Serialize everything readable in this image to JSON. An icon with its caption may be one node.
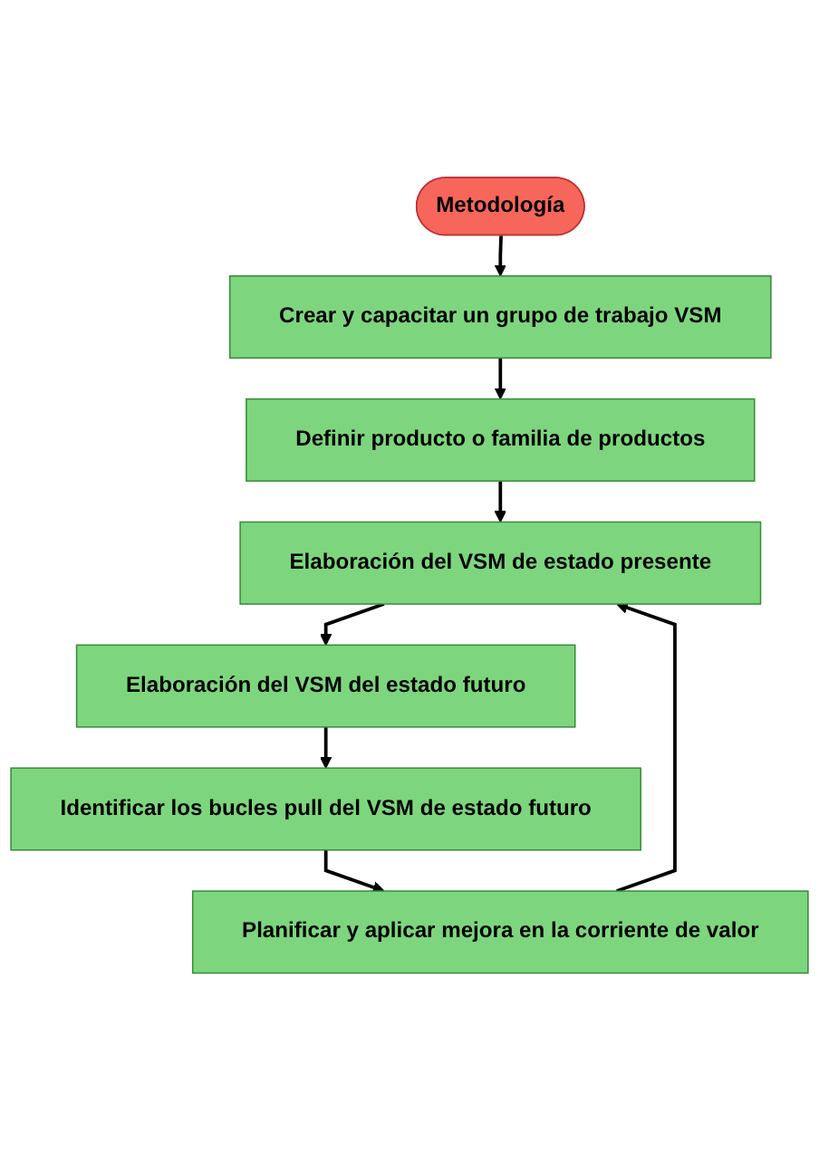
{
  "diagram": {
    "nodes": [
      {
        "text": [
          "Metodología"
        ]
      },
      {
        "text": [
          "Crear y capacitar un grupo de trabajo VSM"
        ]
      },
      {
        "text": [
          "Definir producto o familia de productos"
        ]
      },
      {
        "text": [
          "Elaboración del VSM de estado presente"
        ]
      },
      {
        "text": [
          "Elaboración del VSM del estado futuro"
        ]
      },
      {
        "text": [
          "Identificar los bucles pull del VSM de estado futuro"
        ]
      },
      {
        "text": [
          "Planificar y aplicar mejora en la corriente de valor"
        ]
      }
    ],
    "edges": [
      {
        "from": 0,
        "to": 1,
        "arrow": "to"
      },
      {
        "from": 1,
        "to": 2,
        "arrow": "to"
      },
      {
        "from": 2,
        "to": 3,
        "arrow": "to"
      },
      {
        "from": 3,
        "to": 4,
        "arrow": "to"
      },
      {
        "from": 4,
        "to": 5,
        "arrow": "to"
      },
      {
        "from": 5,
        "to": 6,
        "arrow": "to"
      },
      {
        "from": 6,
        "to": 3,
        "arrow": "to"
      }
    ]
  }
}
